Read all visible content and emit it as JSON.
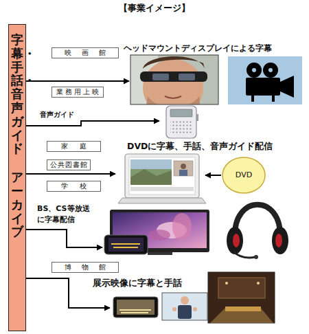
{
  "diagram": {
    "title": "【事業イメージ】",
    "nodes": [
      {
        "text": [
          "字幕・手話・音声ガイド",
          "アーカイブ"
        ]
      },
      {
        "text": [
          "映画館"
        ]
      },
      {
        "text": [
          "業務用上映"
        ]
      },
      {
        "text": [
          "家庭"
        ]
      },
      {
        "text": [
          "公共図書館"
        ]
      },
      {
        "text": [
          "学校"
        ]
      },
      {
        "text": [
          "DVD"
        ]
      },
      {
        "text": [
          "博物館"
        ]
      }
    ],
    "labels": [
      "ヘッドマウントディスプレイによる字幕",
      "音声ガイド",
      "DVDに字幕、手話、音声ガイド配信",
      "BS、CS等放送に字幕配信",
      "展示映像に字幕と手話"
    ]
  }
}
